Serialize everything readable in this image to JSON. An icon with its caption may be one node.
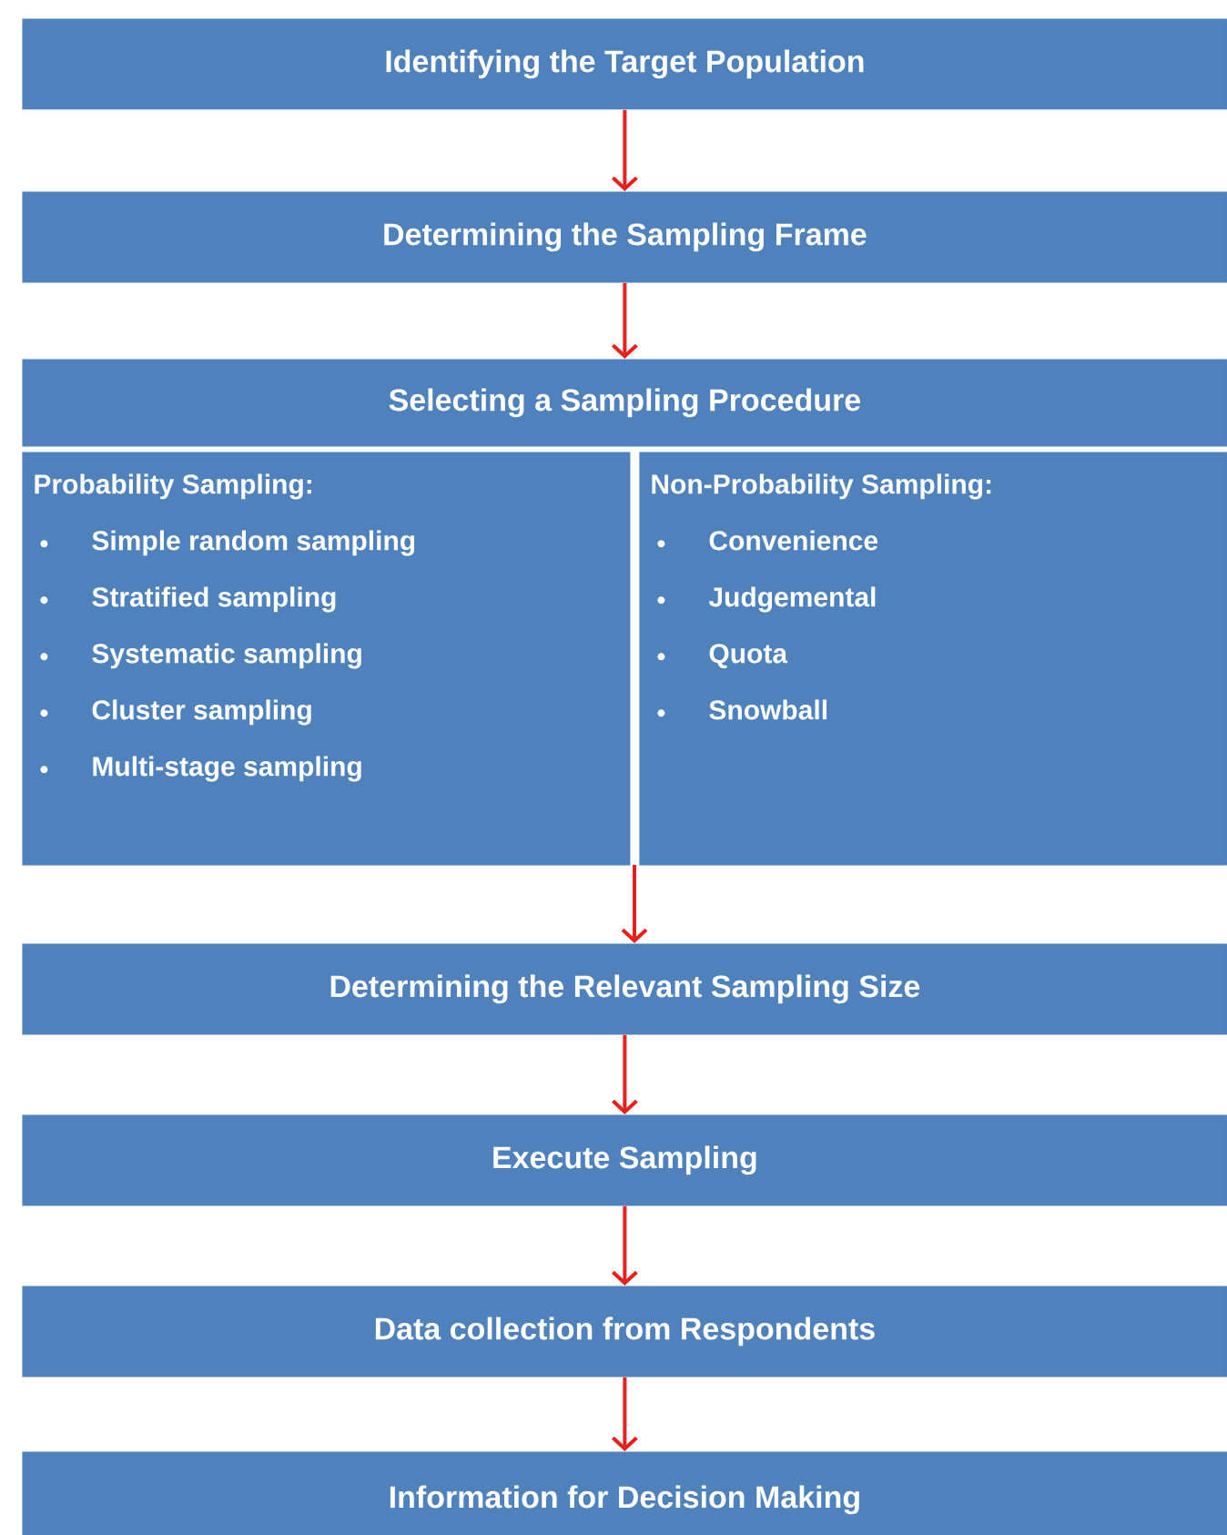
{
  "diagram": {
    "nodes": [
      {
        "text": [
          "Identifying the Target Population"
        ]
      },
      {
        "text": [
          "Determining the Sampling Frame"
        ]
      },
      {
        "text": [
          "Selecting a Sampling Procedure"
        ]
      },
      {
        "text": [
          "Probability Sampling:",
          "Simple random sampling",
          "Stratified sampling",
          "Systematic sampling",
          "Cluster sampling",
          "Multi-stage sampling"
        ]
      },
      {
        "text": [
          "Non-Probability Sampling:",
          "Convenience",
          "Judgemental",
          "Quota",
          "Snowball"
        ]
      },
      {
        "text": [
          "Determining the Relevant Sampling Size"
        ]
      },
      {
        "text": [
          "Execute Sampling"
        ]
      },
      {
        "text": [
          "Data collection from Respondents"
        ]
      },
      {
        "text": [
          "Information for Decision Making"
        ]
      }
    ],
    "edges": [
      {
        "from": 0,
        "to": 1,
        "arrow": "to"
      },
      {
        "from": 1,
        "to": 2,
        "arrow": "to"
      },
      {
        "from": 3,
        "to": 5,
        "arrow": "to"
      },
      {
        "from": 4,
        "to": 5,
        "arrow": "to"
      },
      {
        "from": 5,
        "to": 6,
        "arrow": "to"
      },
      {
        "from": 6,
        "to": 7,
        "arrow": "to"
      },
      {
        "from": 7,
        "to": 8,
        "arrow": "to"
      }
    ]
  }
}
